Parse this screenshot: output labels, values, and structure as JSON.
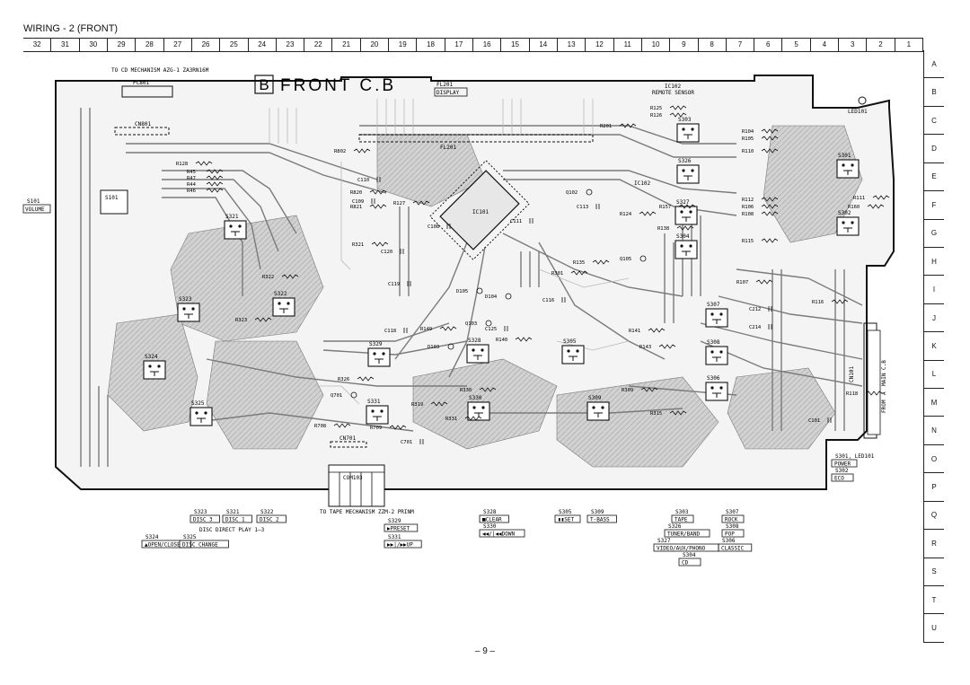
{
  "title": "WIRING - 2  (FRONT)",
  "columns": [
    "32",
    "31",
    "30",
    "29",
    "28",
    "27",
    "26",
    "25",
    "24",
    "23",
    "22",
    "21",
    "20",
    "19",
    "18",
    "17",
    "16",
    "15",
    "14",
    "13",
    "12",
    "11",
    "10",
    "9",
    "8",
    "7",
    "6",
    "5",
    "4",
    "3",
    "2",
    "1"
  ],
  "rows": [
    "A",
    "B",
    "C",
    "D",
    "E",
    "F",
    "G",
    "H",
    "I",
    "J",
    "K",
    "L",
    "M",
    "N",
    "O",
    "P",
    "Q",
    "R",
    "S",
    "T",
    "U"
  ],
  "page_number": "– 9 –",
  "board": {
    "label_letter": "B",
    "label": "FRONT C.B",
    "to_cd_mechanism": "TO CD MECHANISM AZG-1 ZA3RN16M",
    "to_tape_mechanism": "TO TAPE MECHANISM ZZM-2 PRINM",
    "from_main": "FROM",
    "from_main_letter": "A",
    "from_main_suffix": "MAIN C.B",
    "ic101": "IC101",
    "ic102": "IC102",
    "ic102_desc": "REMOTE SENSOR",
    "fl201": "FL201",
    "fl201_desc": "DISPLAY",
    "fl201_inner": "FL201",
    "led101": "LED101",
    "pc801": "PC801",
    "cn801": "CN801",
    "cn101": "CN101",
    "cn701": "CN701",
    "com103": "COM103",
    "s101": "S101",
    "s101_desc": "VOLUME",
    "s101_inner": "S101",
    "switches": [
      "S321",
      "S323",
      "S322",
      "S324",
      "S325",
      "S329",
      "S328",
      "S330",
      "S331",
      "S305",
      "S309",
      "S303",
      "S326",
      "S327",
      "S304",
      "S301",
      "S302",
      "S307",
      "S308",
      "S306"
    ],
    "components": [
      "R128",
      "R45",
      "R47",
      "R44",
      "R46",
      "R802",
      "R820",
      "R821",
      "C110",
      "C109",
      "R127",
      "R321",
      "C120",
      "R322",
      "R323",
      "C119",
      "C118",
      "R326",
      "R319",
      "R331",
      "R330",
      "R149",
      "R140",
      "C125",
      "R301",
      "R157",
      "R138",
      "R135",
      "R124",
      "R111",
      "R160",
      "R115",
      "R107",
      "R116",
      "R309",
      "R315",
      "R118",
      "R104",
      "R105",
      "R110",
      "R106",
      "R108",
      "R125",
      "R126",
      "R201",
      "C101",
      "C108",
      "C111",
      "C113",
      "Q102",
      "Q103",
      "Q105",
      "Q701",
      "R709",
      "C701",
      "R708",
      "D103",
      "D104",
      "D105",
      "C116",
      "R143",
      "R141",
      "C212",
      "C214",
      "R112"
    ]
  },
  "legends": {
    "s323": "S323",
    "s323_desc": "DISC 3",
    "s321": "S321",
    "s321_desc": "DISC 1",
    "s322": "S322",
    "s322_desc": "DISC 2",
    "disc_direct": "DISC DIRECT PLAY 1–3",
    "s324": "S324",
    "s324_desc": "▲OPEN/CLOSE",
    "s325": "S325",
    "s325_desc": "DISC CHANGE",
    "s329": "S329",
    "s329_desc": "▶PRESET",
    "s331": "S331",
    "s331_desc": "▶▶|/▶▶UP",
    "s328": "S328",
    "s328_desc": "■CLEAR",
    "s330": "S330",
    "s330_desc": "◀◀/|◀◀DOWN",
    "s305": "S305",
    "s305_desc": "▮▮SET",
    "s309": "S309",
    "s309_desc": "T-BASS",
    "s303": "S303",
    "s303_desc": "TAPE",
    "s326": "S326",
    "s326_desc": "TUNER/BAND",
    "s327": "S327",
    "s327_desc": "VIDEO/AUX/PHONO",
    "s304": "S304",
    "s304_desc": "CD",
    "s307": "S307",
    "s307_desc": "ROCK",
    "s308": "S308",
    "s308_desc": "POP",
    "s306": "S306",
    "s306_desc": "CLASSIC",
    "s301": "S301, LED101",
    "s301_desc": "POWER",
    "s302": "S302",
    "s302_desc": "ECO"
  },
  "colors": {
    "ink": "#111111",
    "trace": "#888888",
    "trace_light": "#c4c4c4",
    "paper": "#ffffff"
  }
}
